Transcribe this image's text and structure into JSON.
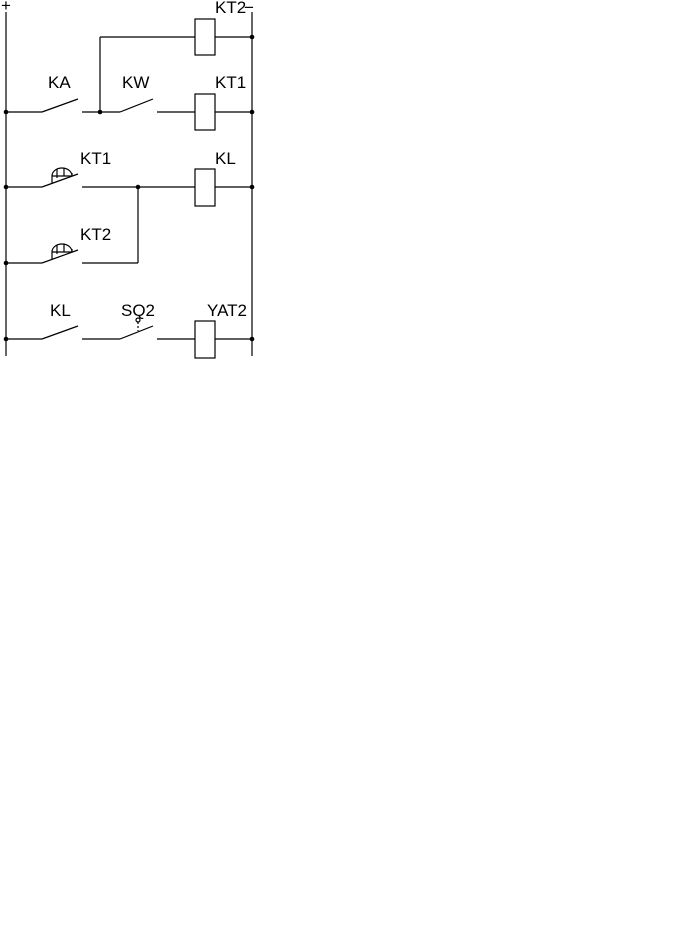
{
  "rails": {
    "positive": "+",
    "negative": "−"
  },
  "labels": {
    "kt2_coil": "KT2",
    "ka": "KA",
    "kw": "KW",
    "kt1_coil": "KT1",
    "kt1_contact": "KT1",
    "kl_coil": "KL",
    "kt2_contact": "KT2",
    "kl_contact": "KL",
    "sq2": "SQ2",
    "yat2": "YAT2"
  }
}
